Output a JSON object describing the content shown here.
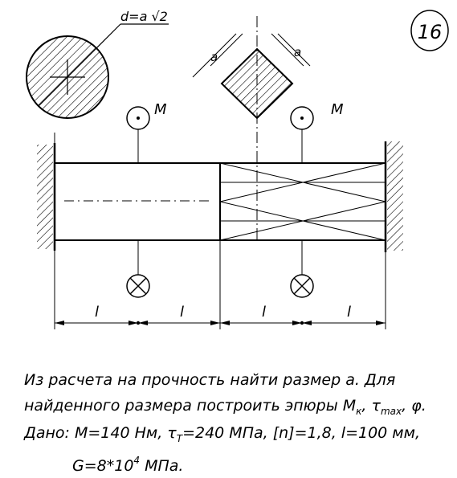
{
  "problem_number": "16",
  "section_label": "d=a √2",
  "side_label_left": "a",
  "side_label_right": "a",
  "moment_label_left": "M",
  "moment_label_right": "M",
  "length_labels": [
    "l",
    "l",
    "l",
    "l"
  ],
  "text": {
    "line1": "Из расчета на прочность найти размер a. Для",
    "line2_a": "найденного размера построить эпюры M",
    "line2_sub1": "к",
    "line2_b": ", τ",
    "line2_sub2": "max",
    "line2_c": ", φ.",
    "line3_a": "Дано: M=140 Нм, τ",
    "line3_sub": "T",
    "line3_b": "=240 МПа, [n]=1,8, l=100 мм,",
    "line4_a": "G=8*10",
    "line4_sup": "4",
    "line4_b": " МПа."
  }
}
